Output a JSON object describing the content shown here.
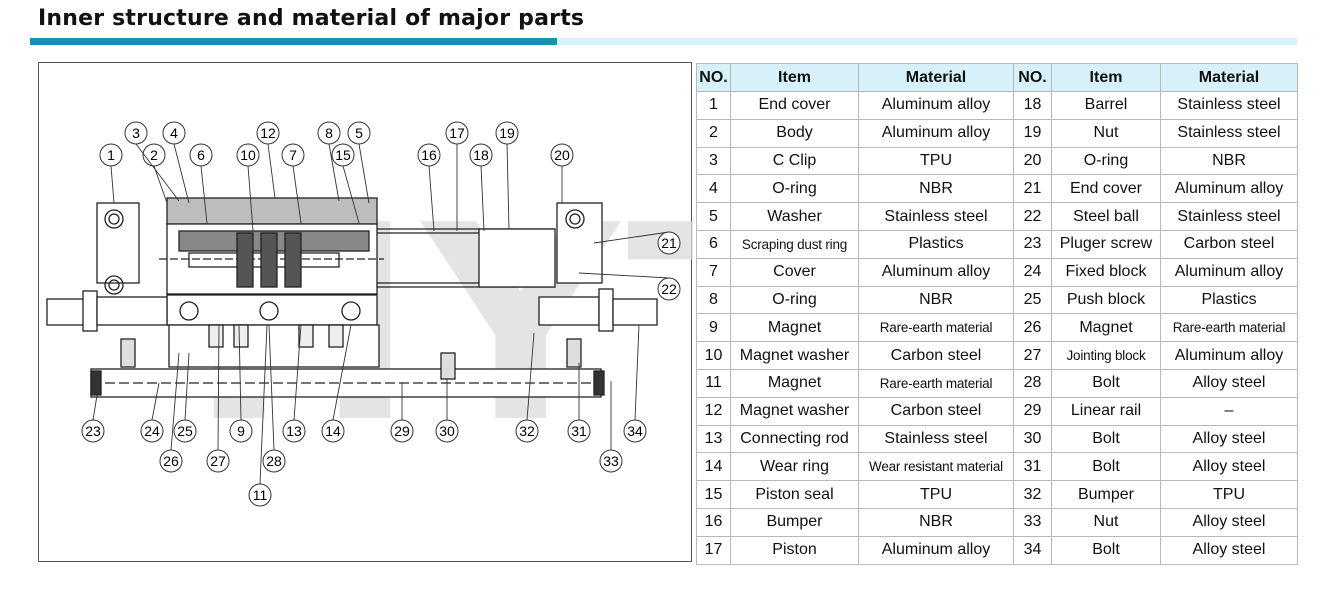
{
  "title": "Inner structure and material of major parts",
  "colors": {
    "accent_dark": "#1a8fae",
    "accent_light": "#d6f1fa",
    "watermark": "#dcdcdc"
  },
  "watermark": "HYTTL",
  "table": {
    "headers": [
      "NO.",
      "Item",
      "Material",
      "NO.",
      "Item",
      "Material"
    ],
    "rows": [
      [
        "1",
        "End cover",
        "Aluminum alloy",
        "18",
        "Barrel",
        "Stainless steel"
      ],
      [
        "2",
        "Body",
        "Aluminum alloy",
        "19",
        "Nut",
        "Stainless steel"
      ],
      [
        "3",
        "C Clip",
        "TPU",
        "20",
        "O-ring",
        "NBR"
      ],
      [
        "4",
        "O-ring",
        "NBR",
        "21",
        "End cover",
        "Aluminum alloy"
      ],
      [
        "5",
        "Washer",
        "Stainless steel",
        "22",
        "Steel ball",
        "Stainless steel"
      ],
      [
        "6",
        "Scraping dust ring",
        "Plastics",
        "23",
        "Pluger screw",
        "Carbon steel"
      ],
      [
        "7",
        "Cover",
        "Aluminum alloy",
        "24",
        "Fixed block",
        "Aluminum alloy"
      ],
      [
        "8",
        "O-ring",
        "NBR",
        "25",
        "Push block",
        "Plastics"
      ],
      [
        "9",
        "Magnet",
        "Rare-earth material",
        "26",
        "Magnet",
        "Rare-earth material"
      ],
      [
        "10",
        "Magnet washer",
        "Carbon steel",
        "27",
        "Jointing block",
        "Aluminum alloy"
      ],
      [
        "11",
        "Magnet",
        "Rare-earth material",
        "28",
        "Bolt",
        "Alloy steel"
      ],
      [
        "12",
        "Magnet washer",
        "Carbon steel",
        "29",
        "Linear rail",
        "–"
      ],
      [
        "13",
        "Connecting rod",
        "Stainless steel",
        "30",
        "Bolt",
        "Alloy steel"
      ],
      [
        "14",
        "Wear ring",
        "Wear resistant material",
        "31",
        "Bolt",
        "Alloy steel"
      ],
      [
        "15",
        "Piston seal",
        "TPU",
        "32",
        "Bumper",
        "TPU"
      ],
      [
        "16",
        "Bumper",
        "NBR",
        "33",
        "Nut",
        "Alloy steel"
      ],
      [
        "17",
        "Piston",
        "Aluminum alloy",
        "34",
        "Bolt",
        "Alloy steel"
      ]
    ]
  },
  "callouts": [
    "1",
    "2",
    "3",
    "4",
    "5",
    "6",
    "7",
    "8",
    "9",
    "10",
    "11",
    "12",
    "13",
    "14",
    "15",
    "16",
    "17",
    "18",
    "19",
    "20",
    "21",
    "22",
    "23",
    "24",
    "25",
    "26",
    "27",
    "28",
    "29",
    "30",
    "31",
    "32",
    "33",
    "34"
  ]
}
